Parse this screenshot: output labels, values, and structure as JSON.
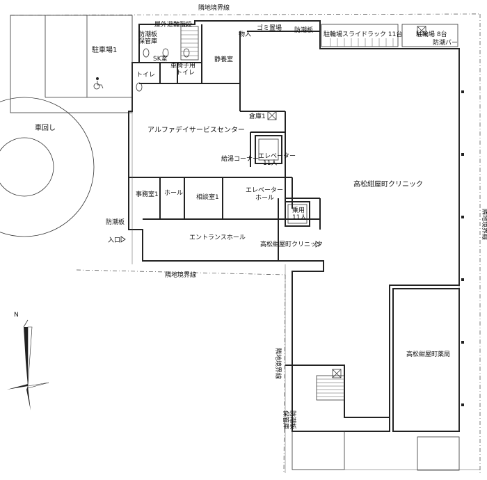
{
  "labels": {
    "boundary_top": "隣地境界線",
    "boundary_bottom": "隣地境界線",
    "boundary_right": "隣地境界線",
    "boundary_mid": "隣地境界線",
    "parking1": "駐車場1",
    "turnaround": "車回し",
    "flood_storage_top": "防潮板\n保管庫",
    "outdoor_stairs": "屋外避難階段",
    "sk_room": "SK室",
    "wheelchair_wc": "車椅子用\nトイレ",
    "wc": "トイレ",
    "storage_goods": "物入",
    "garbage": "ゴミ置場",
    "flood_board_top": "防潮板",
    "bike_parking": "駐輪場スライドラック 11台",
    "bike_parking_8": "駐輪場 8台",
    "flood_bar": "防潮バー",
    "rest_room": "静養室",
    "warehouse": "倉庫1",
    "service_center": "アルファデイサービスセンター",
    "pantry": "給湯コーナー",
    "elevator_a": "エレベーター\n11人",
    "clinic_main": "高松紺屋町クリニック",
    "office": "事務室1",
    "hall": "ホール",
    "consult": "相談室1",
    "elevator_hall": "エレベーター\nホール",
    "passenger_elev": "乗用\n11人",
    "flood_board_left": "防潮板",
    "entrance": "入口",
    "entrance_hall": "エントランスホール",
    "clinic_entry": "高松紺屋町クリニック",
    "pharmacy": "高松紺屋町薬局",
    "flood_storage_bottom": "防潮板\n保管庫",
    "north": "N"
  }
}
